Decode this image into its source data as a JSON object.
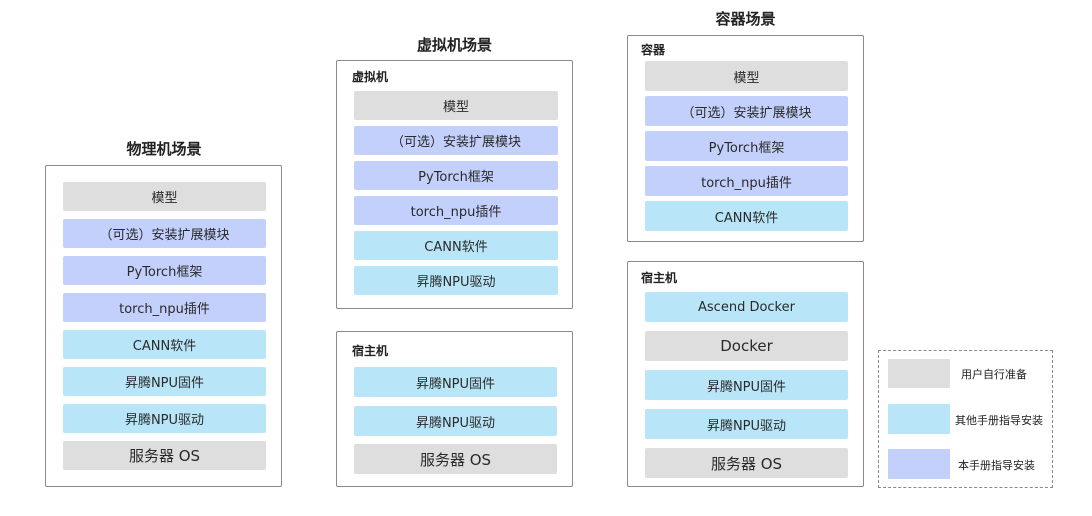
{
  "colors": {
    "user": "#dedede",
    "other": "#b8e6f8",
    "this": "#c3d0fb",
    "border": "#8a8a8a"
  },
  "physical": {
    "title": "物理机场景",
    "blocks": [
      "模型",
      "（可选）安装扩展模块",
      "PyTorch框架",
      "torch_npu插件",
      "CANN软件",
      "昇腾NPU固件",
      "昇腾NPU驱动",
      "服务器 OS"
    ]
  },
  "vm": {
    "title": "虚拟机场景",
    "guest": {
      "label": "虚拟机",
      "blocks": [
        "模型",
        "（可选）安装扩展模块",
        "PyTorch框架",
        "torch_npu插件",
        "CANN软件",
        "昇腾NPU驱动"
      ]
    },
    "host": {
      "label": "宿主机",
      "blocks": [
        "昇腾NPU固件",
        "昇腾NPU驱动",
        "服务器 OS"
      ]
    }
  },
  "container": {
    "title": "容器场景",
    "guest": {
      "label": "容器",
      "blocks": [
        "模型",
        "（可选）安装扩展模块",
        "PyTorch框架",
        "torch_npu插件",
        "CANN软件"
      ]
    },
    "host": {
      "label": "宿主机",
      "blocks": [
        "Ascend Docker",
        "Docker",
        "昇腾NPU固件",
        "昇腾NPU驱动",
        "服务器 OS"
      ]
    }
  },
  "legend": {
    "items": [
      "用户自行准备",
      "其他手册指导安装",
      "本手册指导安装"
    ]
  }
}
